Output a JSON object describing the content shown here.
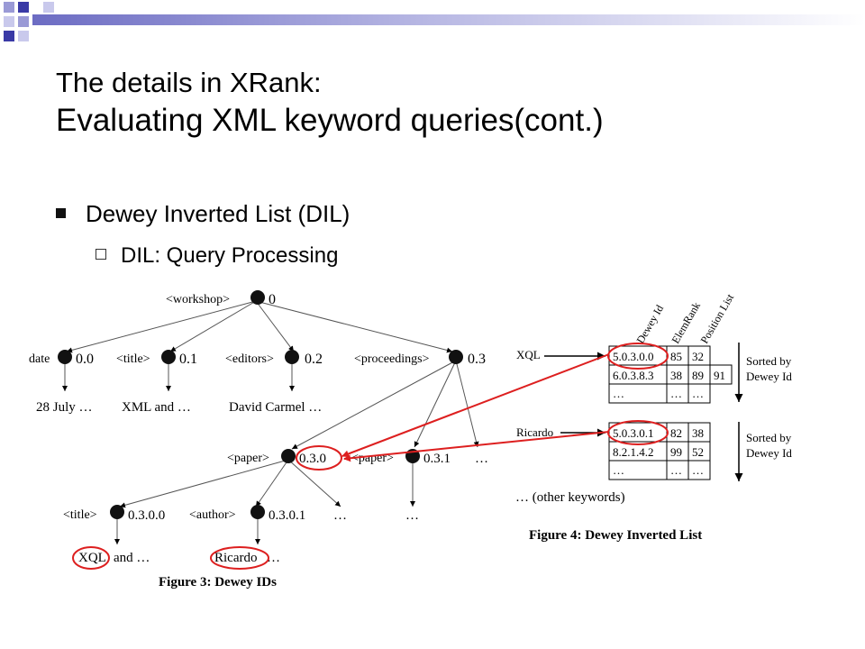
{
  "slide": {
    "title_line1": "The details in XRank:",
    "title_line2": "Evaluating XML keyword queries(cont.)",
    "bullet_main": "Dewey Inverted List (DIL)",
    "bullet_sub": "DIL: Query Processing"
  },
  "figure3": {
    "caption": "Figure 3: Dewey IDs",
    "nodes": {
      "workshop_tag": "<workshop>",
      "workshop_id": "0",
      "date_tag": "date",
      "date_id": "0.0",
      "title_tag": "<title>",
      "title_id": "0.1",
      "editors_tag": "<editors>",
      "editors_id": "0.2",
      "proceedings_tag": "<proceedings>",
      "proceedings_id": "0.3",
      "paper1_tag": "<paper>",
      "paper1_id": "0.3.0",
      "paper2_tag": "<paper>",
      "paper2_id": "0.3.1",
      "paper_more": "…",
      "title2_tag": "<title>",
      "title2_id": "0.3.0.0",
      "author_tag": "<author>",
      "author_id": "0.3.0.1",
      "author_more": "…",
      "paper2_child": "…"
    },
    "leaves": {
      "date_text": "28 July …",
      "title_text": "XML and …",
      "editors_text": "David Carmel …",
      "xql_word": "XQL",
      "xql_rest": "and …",
      "ricardo_word": "Ricardo",
      "ricardo_rest": "…"
    }
  },
  "figure4": {
    "caption": "Figure 4: Dewey Inverted List",
    "columns": [
      "Dewey Id",
      "ElemRank",
      "Position List"
    ],
    "lists": [
      {
        "keyword": "XQL",
        "sort_line1": "Sorted by",
        "sort_line2": "Dewey Id",
        "rows": [
          [
            "5.0.3.0.0",
            "85",
            "32",
            ""
          ],
          [
            "6.0.3.8.3",
            "38",
            "89",
            "91"
          ],
          [
            "…",
            "…",
            "…",
            ""
          ]
        ]
      },
      {
        "keyword": "Ricardo",
        "sort_line1": "Sorted by",
        "sort_line2": "Dewey Id",
        "rows": [
          [
            "5.0.3.0.1",
            "82",
            "38",
            ""
          ],
          [
            "8.2.1.4.2",
            "99",
            "52",
            ""
          ],
          [
            "…",
            "…",
            "…",
            ""
          ]
        ]
      }
    ],
    "other_keywords": "… (other keywords)"
  },
  "colors": {
    "highlight": "#dd1f1f",
    "deco_purple": "#9a9ad6",
    "deco_blue": "#3a3aa6",
    "deco_light": "#c9c9ec"
  }
}
